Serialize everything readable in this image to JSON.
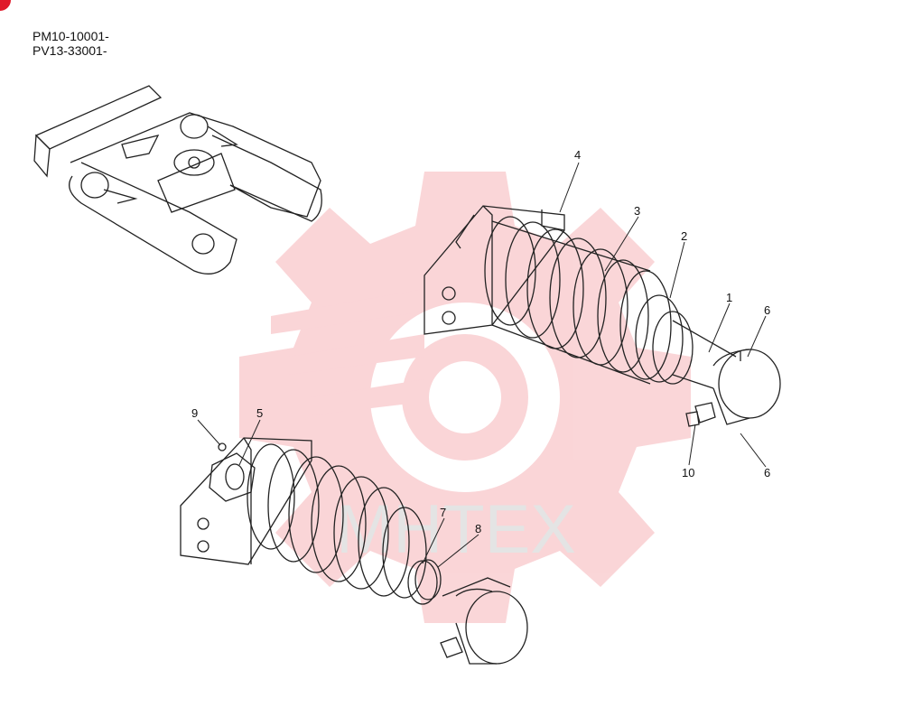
{
  "header": {
    "serial_lines": [
      "PM10-10001-",
      "PV13-33001-"
    ]
  },
  "watermark": {
    "text": "MHTEX",
    "color": "#e9434f"
  },
  "callouts": [
    {
      "id": "4",
      "label": "4"
    },
    {
      "id": "3",
      "label": "3"
    },
    {
      "id": "2",
      "label": "2"
    },
    {
      "id": "1",
      "label": "1"
    },
    {
      "id": "6a",
      "label": "6"
    },
    {
      "id": "10",
      "label": "10"
    },
    {
      "id": "6b",
      "label": "6"
    },
    {
      "id": "9",
      "label": "9"
    },
    {
      "id": "5",
      "label": "5"
    },
    {
      "id": "7",
      "label": "7"
    },
    {
      "id": "8",
      "label": "8"
    }
  ],
  "colors": {
    "line": "#222222",
    "brand": "#e0192a"
  }
}
